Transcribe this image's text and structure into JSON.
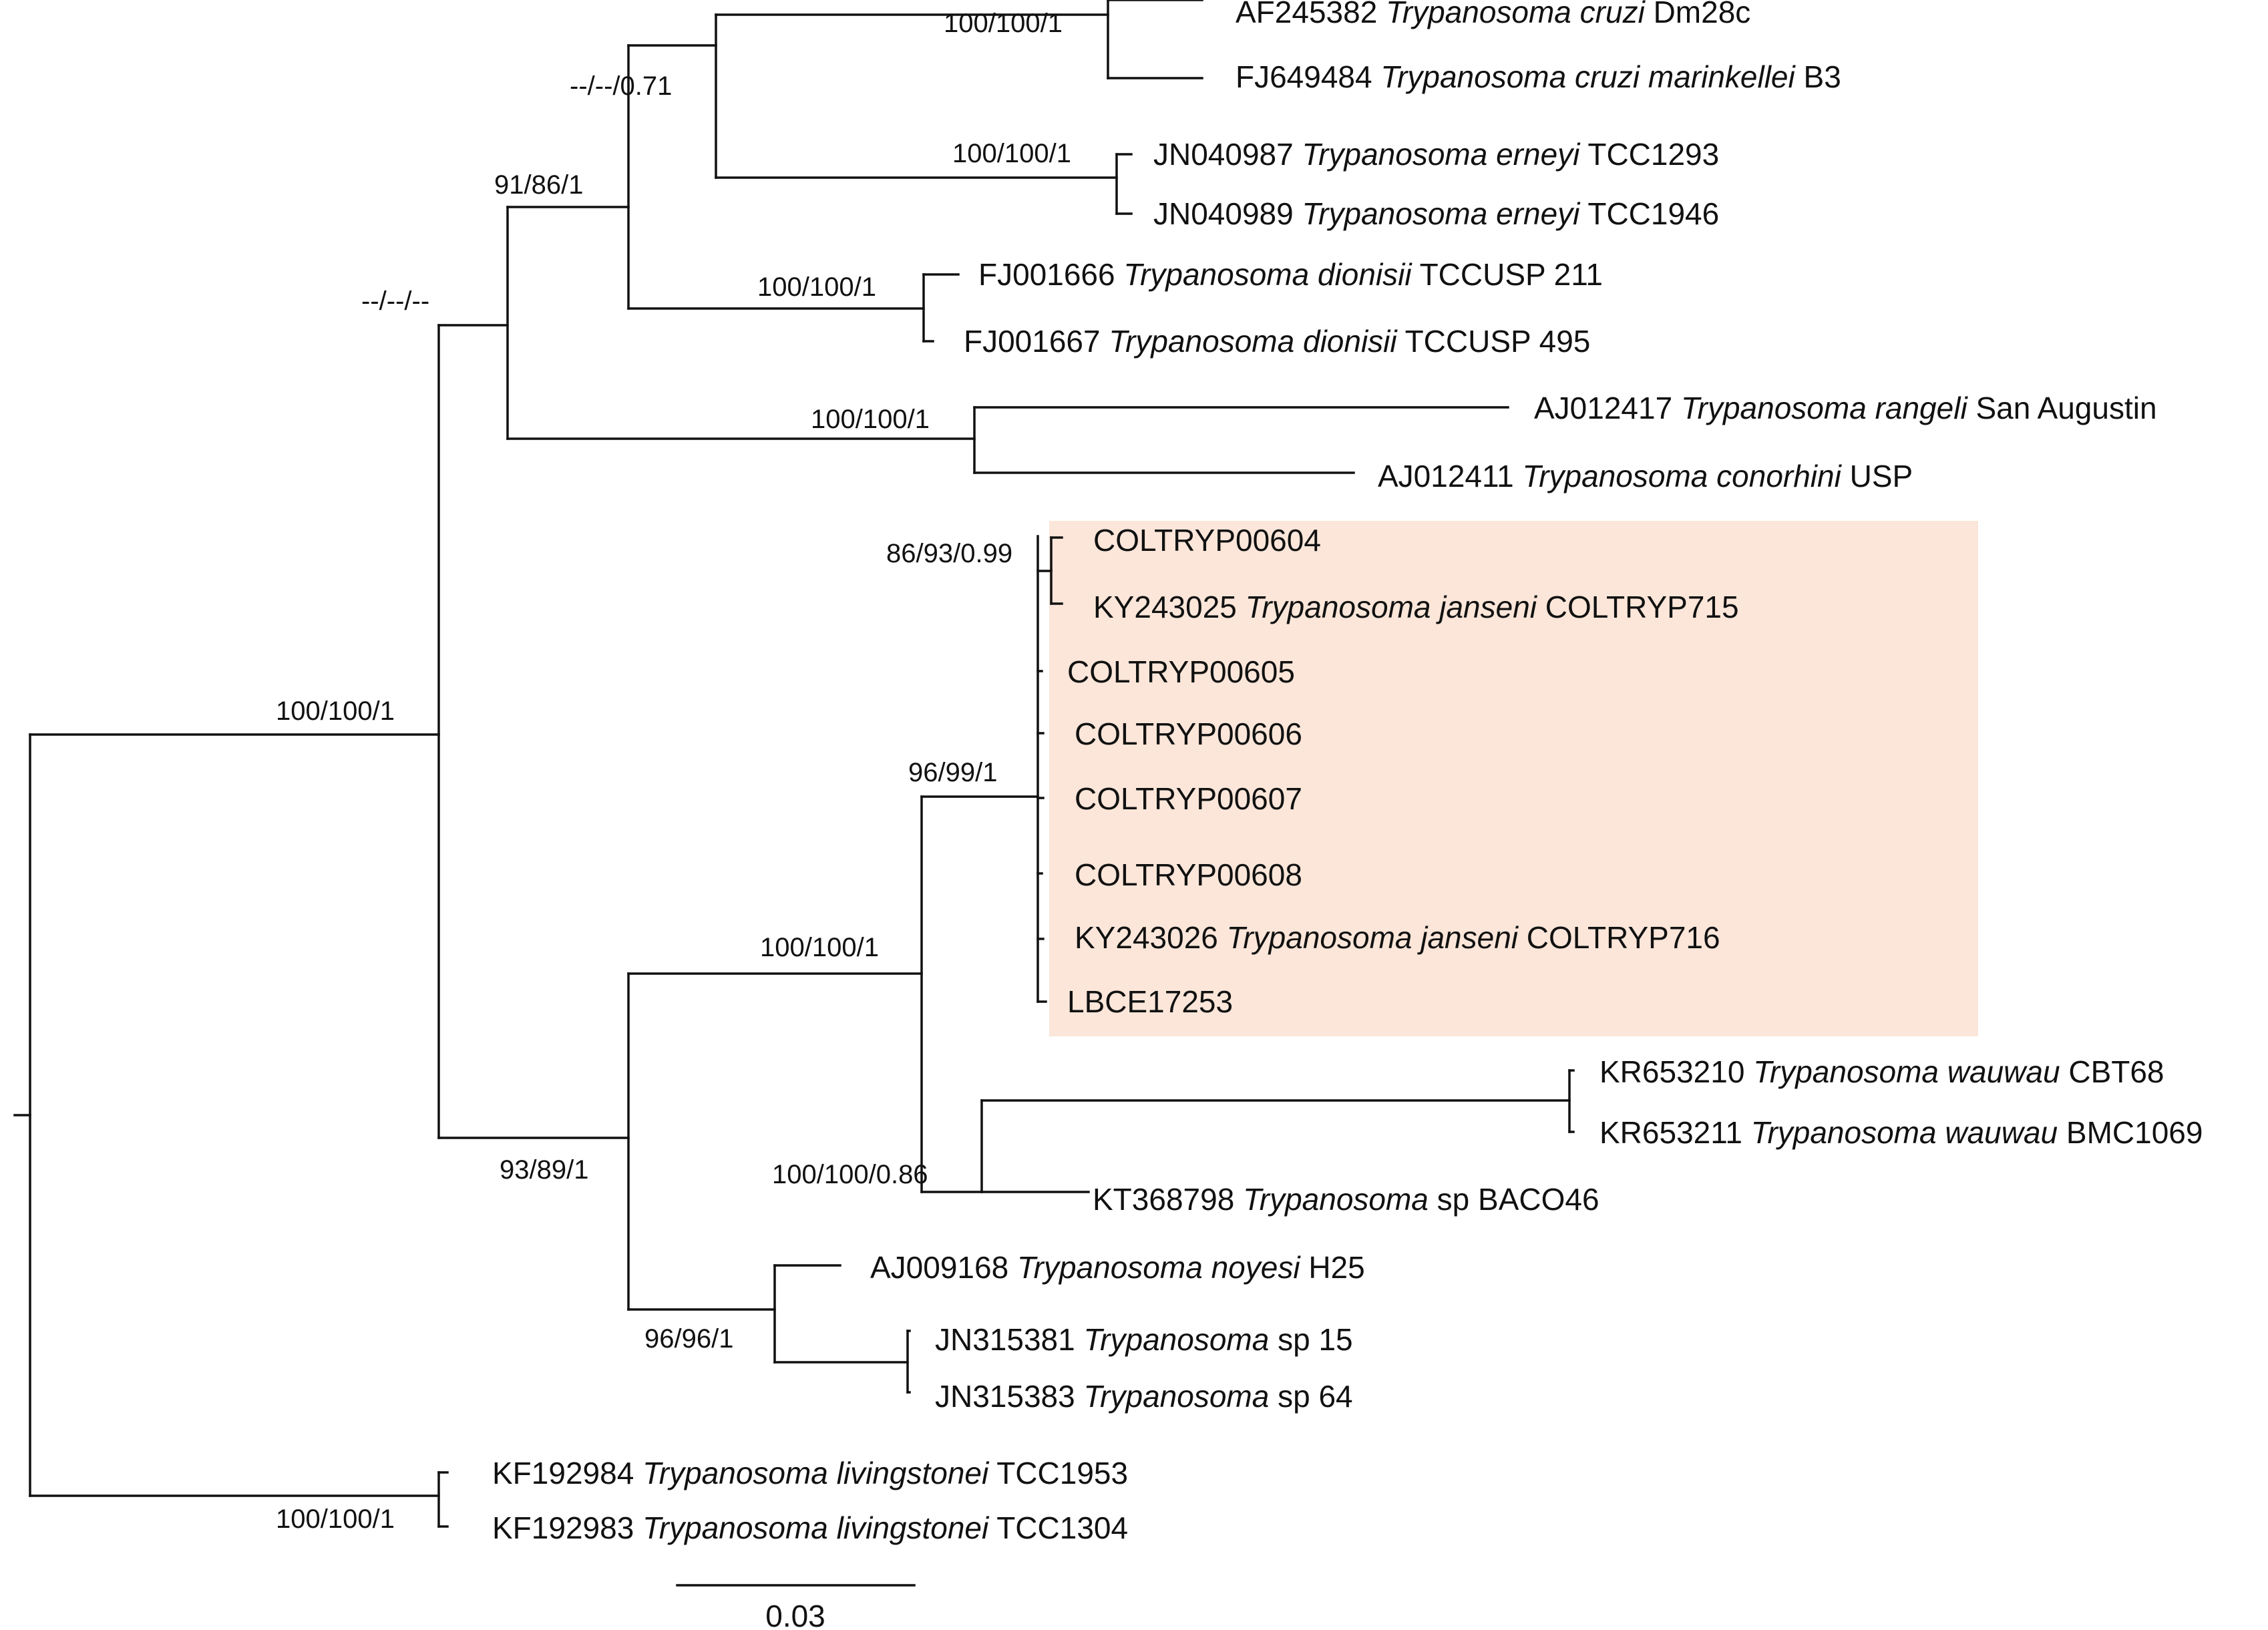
{
  "highlight_color": "#fbe6d9",
  "line_color": "#111111",
  "taxa": [
    {
      "id": "t1",
      "parts": [
        {
          "t": "AF245382 "
        },
        {
          "t": "Trypanosoma cruzi",
          "i": true
        },
        {
          "t": " Dm28c"
        }
      ]
    },
    {
      "id": "t2",
      "parts": [
        {
          "t": "FJ649484 "
        },
        {
          "t": "Trypanosoma cruzi marinkellei",
          "i": true
        },
        {
          "t": " B3"
        }
      ]
    },
    {
      "id": "t3",
      "parts": [
        {
          "t": "JN040987 "
        },
        {
          "t": "Trypanosoma erneyi",
          "i": true
        },
        {
          "t": " TCC1293"
        }
      ]
    },
    {
      "id": "t4",
      "parts": [
        {
          "t": "JN040989 "
        },
        {
          "t": "Trypanosoma erneyi",
          "i": true
        },
        {
          "t": " TCC1946"
        }
      ]
    },
    {
      "id": "t5",
      "parts": [
        {
          "t": "FJ001666 "
        },
        {
          "t": "Trypanosoma dionisii",
          "i": true
        },
        {
          "t": " TCCUSP 211"
        }
      ]
    },
    {
      "id": "t6",
      "parts": [
        {
          "t": "FJ001667 "
        },
        {
          "t": "Trypanosoma dionisii",
          "i": true
        },
        {
          "t": " TCCUSP 495"
        }
      ]
    },
    {
      "id": "t7",
      "parts": [
        {
          "t": "AJ012417 "
        },
        {
          "t": "Trypanosoma rangeli",
          "i": true
        },
        {
          "t": " San Augustin"
        }
      ]
    },
    {
      "id": "t8",
      "parts": [
        {
          "t": "AJ012411 "
        },
        {
          "t": "Trypanosoma conorhini",
          "i": true
        },
        {
          "t": " USP"
        }
      ]
    },
    {
      "id": "t9",
      "parts": [
        {
          "t": "COLTRYP00604"
        }
      ]
    },
    {
      "id": "t10",
      "parts": [
        {
          "t": "KY243025 "
        },
        {
          "t": "Trypanosoma janseni",
          "i": true
        },
        {
          "t": " COLTRYP715"
        }
      ]
    },
    {
      "id": "t11",
      "parts": [
        {
          "t": "COLTRYP00605"
        }
      ]
    },
    {
      "id": "t12",
      "parts": [
        {
          "t": "COLTRYP00606"
        }
      ]
    },
    {
      "id": "t13",
      "parts": [
        {
          "t": "COLTRYP00607"
        }
      ]
    },
    {
      "id": "t14",
      "parts": [
        {
          "t": "COLTRYP00608"
        }
      ]
    },
    {
      "id": "t15",
      "parts": [
        {
          "t": "KY243026 "
        },
        {
          "t": "Trypanosoma janseni",
          "i": true
        },
        {
          "t": " COLTRYP716"
        }
      ]
    },
    {
      "id": "t16",
      "parts": [
        {
          "t": "LBCE17253"
        }
      ]
    },
    {
      "id": "t17",
      "parts": [
        {
          "t": "KR653210 "
        },
        {
          "t": "Trypanosoma wauwau",
          "i": true
        },
        {
          "t": " CBT68"
        }
      ]
    },
    {
      "id": "t18",
      "parts": [
        {
          "t": "KR653211 "
        },
        {
          "t": "Trypanosoma wauwau",
          "i": true
        },
        {
          "t": " BMC1069"
        }
      ]
    },
    {
      "id": "t19",
      "parts": [
        {
          "t": "KT368798 "
        },
        {
          "t": "Trypanosoma",
          "i": true
        },
        {
          "t": " sp BACO46"
        }
      ]
    },
    {
      "id": "t20",
      "parts": [
        {
          "t": "AJ009168 "
        },
        {
          "t": "Trypanosoma noyesi",
          "i": true
        },
        {
          "t": " H25"
        }
      ]
    },
    {
      "id": "t21",
      "parts": [
        {
          "t": "JN315381 "
        },
        {
          "t": "Trypanosoma",
          "i": true
        },
        {
          "t": " sp 15"
        }
      ]
    },
    {
      "id": "t22",
      "parts": [
        {
          "t": "JN315383 "
        },
        {
          "t": "Trypanosoma",
          "i": true
        },
        {
          "t": " sp 64"
        }
      ]
    },
    {
      "id": "t23",
      "parts": [
        {
          "t": "KF192984 "
        },
        {
          "t": "Trypanosoma livingstonei",
          "i": true
        },
        {
          "t": " TCC1953"
        }
      ]
    },
    {
      "id": "t24",
      "parts": [
        {
          "t": "KF192983 "
        },
        {
          "t": "Trypanosoma livingstonei",
          "i": true
        },
        {
          "t": " TCC1304"
        }
      ]
    }
  ],
  "supports": [
    {
      "id": "s_cruzi",
      "text": "100/100/1"
    },
    {
      "id": "s_cruzi_ern",
      "text": "--/--/0.71"
    },
    {
      "id": "s_erneyi",
      "text": "100/100/1"
    },
    {
      "id": "s_dionisii",
      "text": "100/100/1"
    },
    {
      "id": "s_upper3",
      "text": "91/86/1"
    },
    {
      "id": "s_upper",
      "text": "--/--/--"
    },
    {
      "id": "s_rangeli",
      "text": "100/100/1"
    },
    {
      "id": "s_ingroup",
      "text": "100/100/1"
    },
    {
      "id": "s_janseni_a",
      "text": "86/93/0.99"
    },
    {
      "id": "s_janseni",
      "text": "96/99/1"
    },
    {
      "id": "s_jw",
      "text": "100/100/1"
    },
    {
      "id": "s_wauwau",
      "text": "100/100/0.86"
    },
    {
      "id": "s_lower",
      "text": "93/89/1"
    },
    {
      "id": "s_noyesi",
      "text": "96/96/1"
    },
    {
      "id": "s_living",
      "text": "100/100/1"
    }
  ],
  "scale_bar": {
    "label": "0.03",
    "value": 0.03
  }
}
